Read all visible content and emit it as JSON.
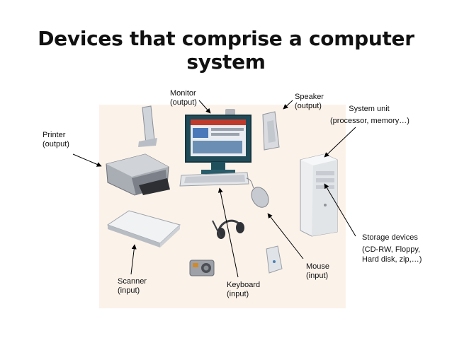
{
  "title": "Devices that comprise a computer system",
  "labels": {
    "monitor": {
      "name": "Monitor",
      "role": "(output)"
    },
    "speaker": {
      "name": "Speaker",
      "role": "(output)"
    },
    "system_unit": {
      "name": "System unit",
      "role": "(processor, memory…)"
    },
    "printer": {
      "name": "Printer",
      "role": "(output)"
    },
    "storage": {
      "name": "Storage devices",
      "line2": "(CD-RW, Floppy,",
      "line3": "Hard disk, zip,…)"
    },
    "mouse": {
      "name": "Mouse",
      "role": "(input)"
    },
    "scanner": {
      "name": "Scanner",
      "role": "(input)"
    },
    "keyboard": {
      "name": "Keyboard",
      "role": "(input)"
    }
  }
}
